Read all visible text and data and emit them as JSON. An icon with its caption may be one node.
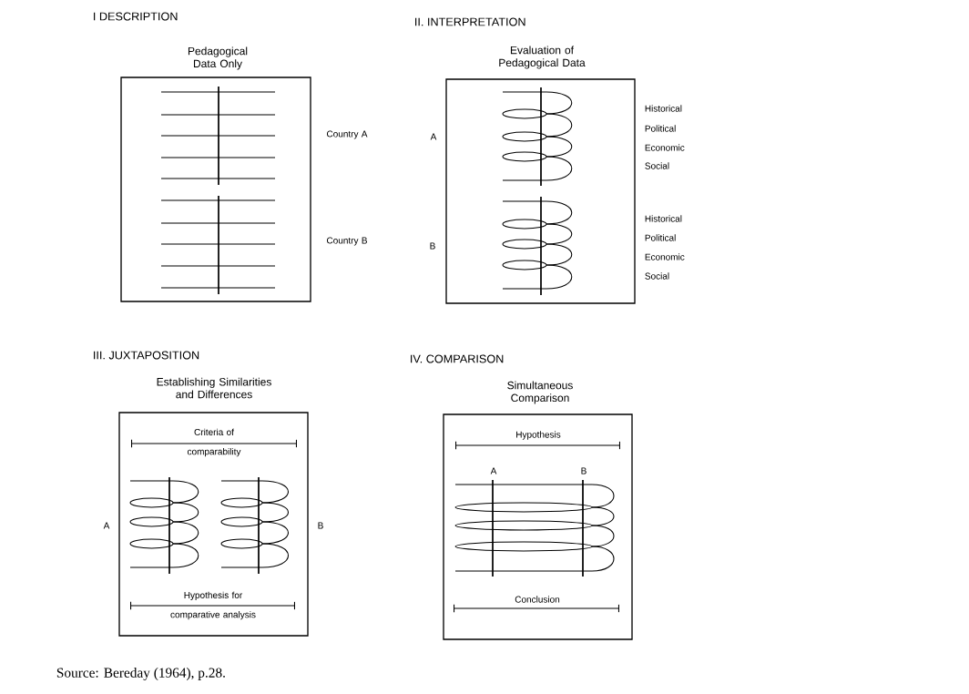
{
  "diagram": {
    "nodes": [
      {
        "text": [
          "I DESCRIPTION",
          "Pedagogical Data Only"
        ],
        "beside": [
          "Country A",
          "Country B"
        ]
      },
      {
        "text": [
          "II. INTERPRETATION",
          "Evaluation of Pedagogical Data"
        ],
        "beside": [
          "A",
          "Historical",
          "Political",
          "Economic",
          "Social",
          "B",
          "Historical",
          "Political",
          "Economic",
          "Social"
        ]
      },
      {
        "text": [
          "III. JUXTAPOSITION",
          "Establishing Similarities and Differences",
          "Criteria of comparability",
          "Hypothesis for comparative analysis"
        ],
        "beside": [
          "A",
          "B"
        ]
      },
      {
        "text": [
          "IV. COMPARISON",
          "Simultaneous Comparison",
          "Hypothesis",
          "A",
          "B",
          "Conclusion"
        ]
      }
    ],
    "caption": "Source: Bereday (1964), p.28."
  }
}
